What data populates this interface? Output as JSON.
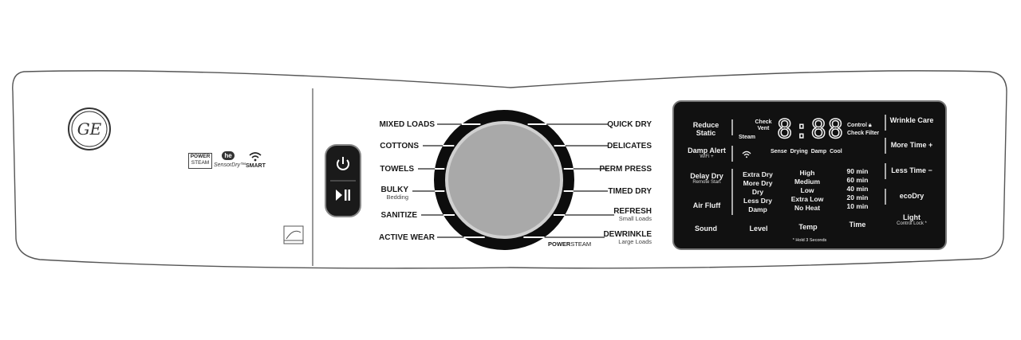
{
  "brand": {
    "logo_text": "GE"
  },
  "badges": {
    "power_steam_line1": "POWER",
    "power_steam_line2": "STEAM",
    "he_text": "he",
    "sensor_dry": "SensorDry™",
    "smart": "SMART"
  },
  "controls": {
    "power_icon": "power-icon",
    "start_pause_icon": "play-pause-icon"
  },
  "cycles_left": [
    {
      "label": "MIXED LOADS",
      "sub": ""
    },
    {
      "label": "COTTONS",
      "sub": ""
    },
    {
      "label": "TOWELS",
      "sub": ""
    },
    {
      "label": "BULKY",
      "sub": "Bedding"
    },
    {
      "label": "SANITIZE",
      "sub": ""
    },
    {
      "label": "ACTIVE WEAR",
      "sub": ""
    }
  ],
  "cycles_right": [
    {
      "label": "QUICK DRY",
      "sub": ""
    },
    {
      "label": "DELICATES",
      "sub": ""
    },
    {
      "label": "PERM PRESS",
      "sub": ""
    },
    {
      "label": "TIMED DRY",
      "sub": ""
    },
    {
      "label": "REFRESH",
      "sub": "Small Loads"
    },
    {
      "label": "DEWRINKLE",
      "sub": "Large Loads"
    }
  ],
  "dial": {
    "power_label": "POWER",
    "steam_label": "STEAM"
  },
  "display": {
    "left_buttons": [
      {
        "label": "Reduce Static",
        "sub": ""
      },
      {
        "label": "Damp Alert",
        "sub": "WiFi +"
      },
      {
        "label": "Delay Dry",
        "sub": "Remote Start"
      },
      {
        "label": "Air Fluff",
        "sub": ""
      }
    ],
    "sound": "Sound",
    "level": "Level",
    "temp": "Temp",
    "time": "Time",
    "hold_note": "* Hold 3 Seconds",
    "check_vent": "Check Vent",
    "steam": "Steam",
    "digits": "8:88",
    "control_lock": "Control",
    "check_filter": "Check Filter",
    "status": [
      "Sense",
      "Drying",
      "Damp",
      "Cool"
    ],
    "levels": [
      "Extra Dry",
      "More Dry",
      "Dry",
      "Less Dry",
      "Damp"
    ],
    "temps": [
      "High",
      "Medium",
      "Low",
      "Extra Low",
      "No Heat"
    ],
    "times": [
      "90 min",
      "60 min",
      "40 min",
      "20 min",
      "10 min"
    ],
    "right_buttons": [
      {
        "label": "Wrinkle Care",
        "sub": ""
      },
      {
        "label": "More Time +",
        "sub": ""
      },
      {
        "label": "Less Time −",
        "sub": ""
      },
      {
        "label": "ecoDry",
        "sub": ""
      },
      {
        "label": "Light",
        "sub": "Control Lock *"
      }
    ]
  },
  "colors": {
    "display_bg": "#111111",
    "dial_fill": "#a9a9a9",
    "dial_ring": "#0d0d0d"
  }
}
